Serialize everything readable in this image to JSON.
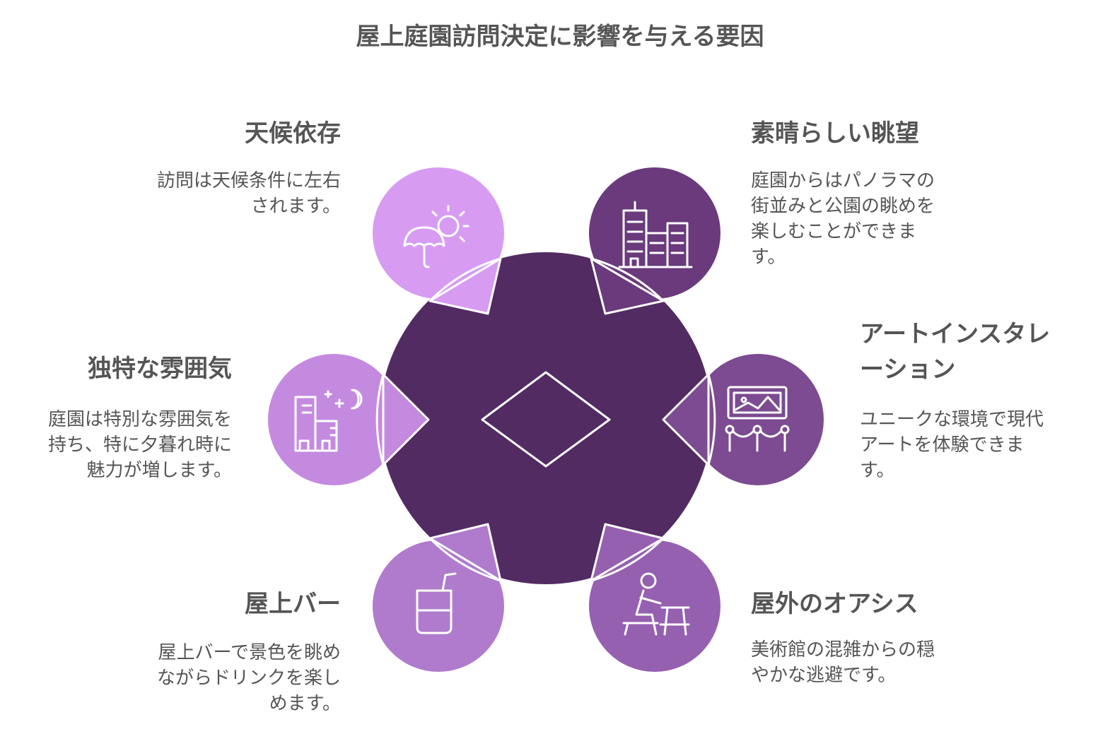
{
  "title": "屋上庭園訪問決定に影響を与える要因",
  "colors": {
    "center": "#522b63",
    "weather": "#d79cf2",
    "view": "#6a3a7c",
    "art": "#7c4b91",
    "atmosphere": "#c48ae0",
    "bar": "#b07bcd",
    "oasis": "#9660b0",
    "text": "#555555"
  },
  "items": {
    "weather": {
      "icon": "umbrella-sun-icon",
      "title": "天候依存",
      "desc_lines": [
        "訪問は天候条件に左右",
        "されます。"
      ]
    },
    "view": {
      "icon": "buildings-icon",
      "title": "素晴らしい眺望",
      "desc_lines": [
        "庭園からはパノラマの",
        "街並みと公園の眺めを",
        "楽しむことができま",
        "す。"
      ]
    },
    "atmosphere": {
      "icon": "night-city-icon",
      "title": "独特な雰囲気",
      "desc_lines": [
        "庭園は特別な雰囲気を",
        "持ち、特に夕暮れ時に",
        "魅力が増します。"
      ]
    },
    "art": {
      "icon": "art-exhibit-icon",
      "title_lines": [
        "アートインスタレ",
        "ーション"
      ],
      "desc_lines": [
        "ユニークな環境で現代",
        "アートを体験できま",
        "す。"
      ]
    },
    "bar": {
      "icon": "drink-cup-icon",
      "title": "屋上バー",
      "desc_lines": [
        "屋上バーで景色を眺め",
        "ながらドリンクを楽し",
        "めます。"
      ]
    },
    "oasis": {
      "icon": "person-at-table-icon",
      "title": "屋外のオアシス",
      "desc_lines": [
        "美術館の混雑からの穏",
        "やかな逃避です。"
      ]
    }
  }
}
